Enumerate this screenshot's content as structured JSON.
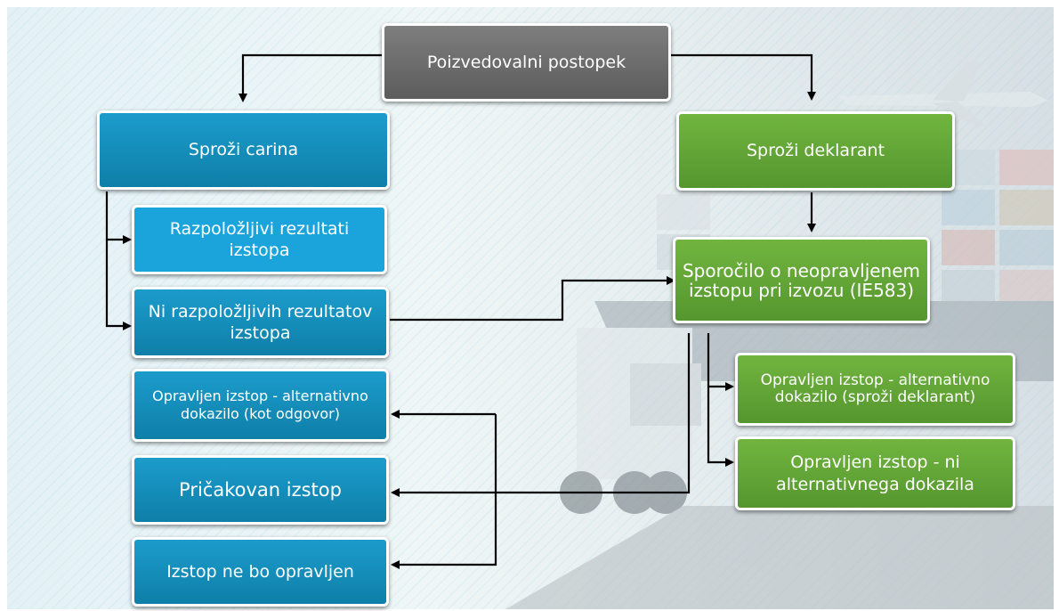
{
  "diagram": {
    "nodes": {
      "root": "Poizvedovalni postopek",
      "customs": "Sproži carina",
      "declarant": "Sproži deklarant",
      "exit_available": "Razpoložljivi rezultati izstopa",
      "exit_unavailable": "Ni razpoložljivih rezultatov izstopa",
      "ie583": "Sporočilo o neopravljenem izstopu pri izvozu (IE583)",
      "alt_proof_answer": "Opravljen izstop - alternativno dokazilo (kot odgovor)",
      "alt_proof_declarant": "Opravljen izstop - alternativno dokazilo (sproži deklarant)",
      "expected_exit": "Pričakovan izstop",
      "no_alt_proof": "Opravljen izstop - ni alternativnega dokazila",
      "exit_not_done": "Izstop ne bo opravljen"
    },
    "colors": {
      "grey": "#6d6d6d",
      "blue_light": "#1ba4dc",
      "blue_dark": "#0e7fa8",
      "green": "#5fa534",
      "arrow": "#000000"
    },
    "edges": [
      [
        "root",
        "customs"
      ],
      [
        "root",
        "declarant"
      ],
      [
        "customs",
        "exit_available"
      ],
      [
        "customs",
        "exit_unavailable"
      ],
      [
        "exit_unavailable",
        "ie583"
      ],
      [
        "declarant",
        "ie583"
      ],
      [
        "ie583",
        "alt_proof_declarant"
      ],
      [
        "ie583",
        "no_alt_proof"
      ],
      [
        "ie583",
        "expected_exit"
      ],
      [
        "ie583",
        "alt_proof_answer"
      ],
      [
        "ie583",
        "exit_not_done"
      ]
    ]
  }
}
